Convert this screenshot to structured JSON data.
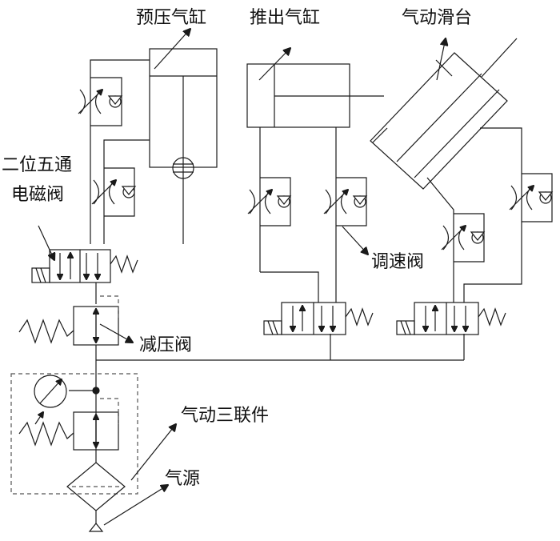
{
  "labels": {
    "precompress_cylinder": "预压气缸",
    "push_cylinder": "推出气缸",
    "pneumatic_slide": "气动滑台",
    "two_pos_five_way_line1": "二位五通",
    "two_pos_five_way_line2": "电磁阀",
    "speed_valve": "调速阀",
    "pressure_reducing_valve": "减压阀",
    "frl_unit": "气动三联件",
    "air_source": "气源"
  },
  "colors": {
    "line": "#1a1a1a",
    "background": "#ffffff"
  }
}
